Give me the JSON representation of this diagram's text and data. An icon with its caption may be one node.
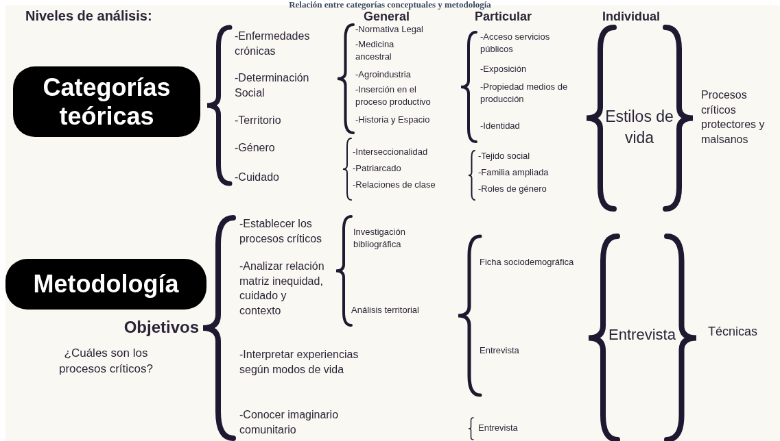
{
  "diagram": {
    "title": "Relación entre categorías conceptuales y metodología",
    "nodes": [
      {
        "text": [
          "Categorías teóricas"
        ]
      },
      {
        "text": [
          "Metodología"
        ]
      }
    ],
    "labels": [
      "Niveles de análisis:",
      "General",
      "Particular",
      "Individual",
      "-Enfermedades crónicas",
      "-Determinación Social",
      "-Territorio",
      "-Género",
      "-Cuidado",
      "-Normativa Legal",
      "-Medicina ancestral",
      "-Agroindustria",
      "-Inserción en el proceso productivo",
      "-Historia y Espacio",
      "-Acceso servicios públicos",
      "-Exposición",
      "-Propiedad medios de producción",
      "-Identidad",
      "Estilos de vida",
      "Procesos críticos protectores y malsanos",
      "-Interseccionalidad",
      "-Patriarcado",
      "-Relaciones de clase",
      "-Tejido social",
      "-Familia ampliada",
      "-Roles de género",
      "Objetivos",
      "¿Cuáles son los procesos críticos?",
      "-Establecer los procesos críticos",
      "-Analizar relación matriz inequidad, cuidado y contexto",
      "-Interpretar experiencias según modos de vida",
      "-Conocer imaginario comunitario",
      "Investigación bibliográfica",
      "Análisis territorial",
      "Ficha sociodemográfica",
      "Entrevista",
      "Entrevista",
      "Técnicas",
      "Entrevista"
    ]
  }
}
